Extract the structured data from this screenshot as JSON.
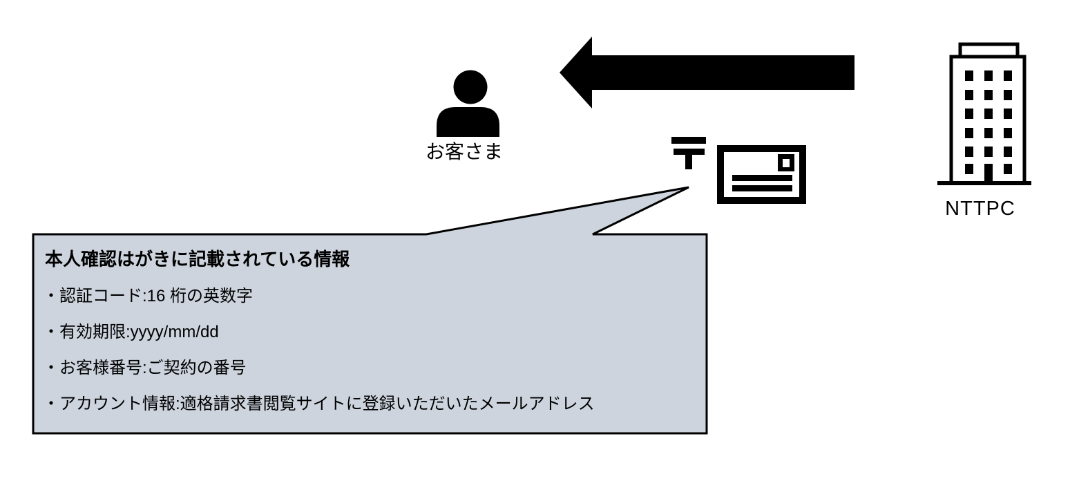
{
  "colors": {
    "background": "#ffffff",
    "callout_fill": "#cdd4de",
    "outline": "#000000"
  },
  "actors": {
    "customer": {
      "label": "お客さま",
      "icon": "person-icon"
    },
    "company": {
      "label": "NTTPC",
      "icon": "building-icon"
    }
  },
  "mail": {
    "postal_mark": "〒",
    "icon": "postcard-icon"
  },
  "arrow": {
    "direction": "left",
    "from": "NTTPC",
    "to": "お客さま"
  },
  "callout": {
    "title": "本人確認はがきに記載されている情報",
    "items": [
      "・認証コード:16 桁の英数字",
      "・有効期限:yyyy/mm/dd",
      "・お客様番号:ご契約の番号",
      "・アカウント情報:適格請求書閲覧サイトに登録いただいたメールアドレス"
    ]
  }
}
